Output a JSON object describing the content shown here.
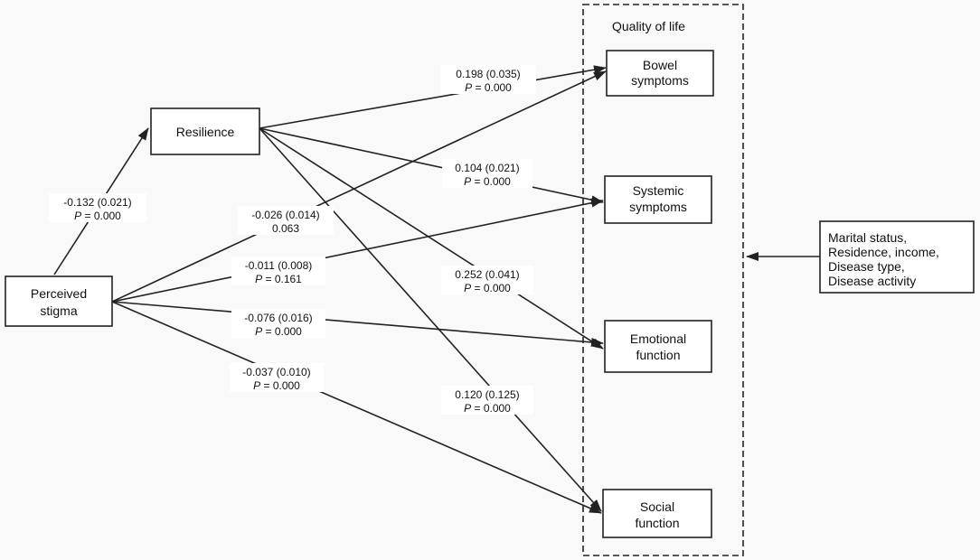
{
  "group": {
    "title": "Quality of life"
  },
  "nodes": {
    "perceived_stigma": [
      "Perceived",
      "stigma"
    ],
    "resilience": [
      "Resilience"
    ],
    "bowel": [
      "Bowel",
      "symptoms"
    ],
    "systemic": [
      "Systemic",
      "symptoms"
    ],
    "emotional": [
      "Emotional",
      "function"
    ],
    "social": [
      "Social",
      "function"
    ],
    "covariates": [
      "Marital status,",
      "Residence, income,",
      "Disease type,",
      "Disease activity"
    ]
  },
  "edges": {
    "stigma_to_resilience": {
      "coef": "-0.132 (0.021)",
      "p_symbol": "P",
      "p_rest": " = 0.000"
    },
    "resilience_to_bowel": {
      "coef": "0.198 (0.035)",
      "p_symbol": "P",
      "p_rest": " = 0.000"
    },
    "resilience_to_systemic": {
      "coef": "0.104 (0.021)",
      "p_symbol": "P",
      "p_rest": " = 0.000"
    },
    "resilience_to_emotional": {
      "coef": "0.252 (0.041)",
      "p_symbol": "P",
      "p_rest": " = 0.000"
    },
    "resilience_to_social": {
      "coef": "0.120 (0.125)",
      "p_symbol": "P",
      "p_rest": " = 0.000"
    },
    "stigma_to_bowel": {
      "coef": "-0.026 (0.014)",
      "p_symbol": "",
      "p_rest": "0.063"
    },
    "stigma_to_systemic": {
      "coef": "-0.011 (0.008)",
      "p_symbol": "P",
      "p_rest": " = 0.161"
    },
    "stigma_to_emotional": {
      "coef": "-0.076 (0.016)",
      "p_symbol": "P",
      "p_rest": " = 0.000"
    },
    "stigma_to_social": {
      "coef": "-0.037 (0.010)",
      "p_symbol": "P",
      "p_rest": " = 0.000"
    }
  }
}
